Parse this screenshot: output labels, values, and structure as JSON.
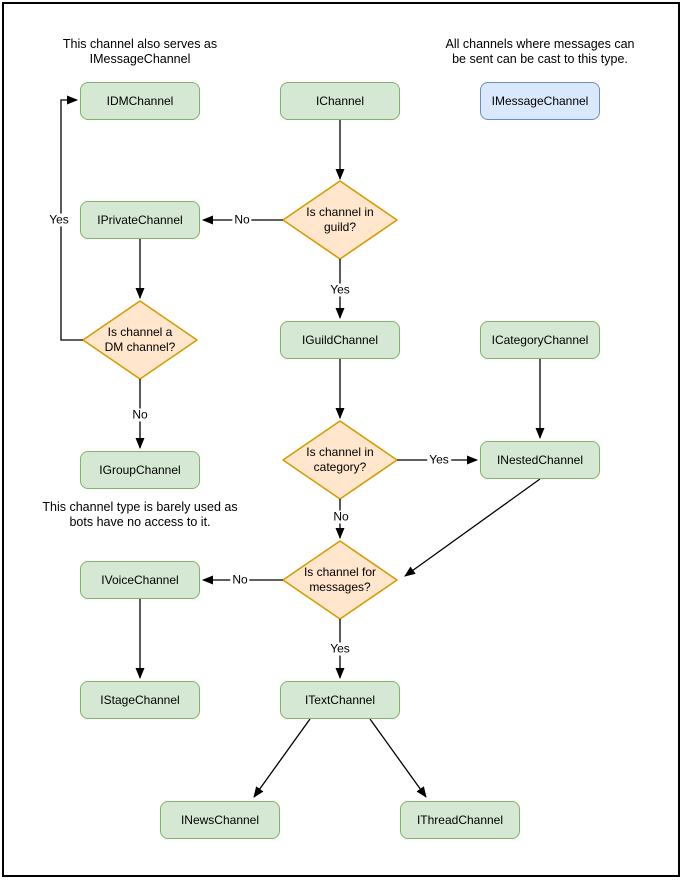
{
  "page": {
    "background": "#ffffff",
    "border_color": "#000000"
  },
  "colors": {
    "class_fill": "#d5e8d4",
    "class_border": "#82b366",
    "decision_fill": "#ffe6cc",
    "decision_border": "#d79b00",
    "interface_fill": "#dae8fc",
    "interface_border": "#6c8ebf",
    "line": "#000000",
    "text": "#000000"
  },
  "annotations": [
    {
      "id": "note-dm-channel",
      "text": "This channel also serves as\nIMessageChannel"
    },
    {
      "id": "note-message-channel",
      "text": "All channels where messages can\nbe sent can be cast to this type."
    },
    {
      "id": "note-group-channel",
      "text": "This channel type is barely used as\nbots have no access to it."
    }
  ],
  "nodes": [
    {
      "id": "idmchannel",
      "label": "IDMChannel",
      "style": "green"
    },
    {
      "id": "ichannel",
      "label": "IChannel",
      "style": "green"
    },
    {
      "id": "imessagechannel",
      "label": "IMessageChannel",
      "style": "blue"
    },
    {
      "id": "iprivatechannel",
      "label": "IPrivateChannel",
      "style": "green"
    },
    {
      "id": "iguildchannel",
      "label": "IGuildChannel",
      "style": "green"
    },
    {
      "id": "icategorychannel",
      "label": "ICategoryChannel",
      "style": "green"
    },
    {
      "id": "inestedchannel",
      "label": "INestedChannel",
      "style": "green"
    },
    {
      "id": "igroupchannel",
      "label": "IGroupChannel",
      "style": "green"
    },
    {
      "id": "ivoicechannel",
      "label": "IVoiceChannel",
      "style": "green"
    },
    {
      "id": "istagechannel",
      "label": "IStageChannel",
      "style": "green"
    },
    {
      "id": "itextchannel",
      "label": "ITextChannel",
      "style": "green"
    },
    {
      "id": "inewschannel",
      "label": "INewsChannel",
      "style": "green"
    },
    {
      "id": "ithreadchannel",
      "label": "IThreadChannel",
      "style": "green"
    }
  ],
  "decisions": [
    {
      "id": "decision-guild",
      "label": "Is channel in\nguild?"
    },
    {
      "id": "decision-dm",
      "label": "Is channel a\nDM channel?"
    },
    {
      "id": "decision-category",
      "label": "Is channel in\ncategory?"
    },
    {
      "id": "decision-messages",
      "label": "Is channel for\nmessages?"
    }
  ],
  "edges": [
    {
      "from": "IChannel",
      "to": "Is channel in guild?",
      "label": ""
    },
    {
      "from": "Is channel in guild?",
      "to": "IPrivateChannel",
      "label": "No"
    },
    {
      "from": "Is channel in guild?",
      "to": "IGuildChannel",
      "label": "Yes"
    },
    {
      "from": "IPrivateChannel",
      "to": "Is channel a DM channel?",
      "label": ""
    },
    {
      "from": "Is channel a DM channel?",
      "to": "IDMChannel",
      "label": "Yes"
    },
    {
      "from": "Is channel a DM channel?",
      "to": "IGroupChannel",
      "label": "No"
    },
    {
      "from": "IGuildChannel",
      "to": "Is channel in category?",
      "label": ""
    },
    {
      "from": "Is channel in category?",
      "to": "INestedChannel",
      "label": "Yes"
    },
    {
      "from": "ICategoryChannel",
      "to": "INestedChannel",
      "label": ""
    },
    {
      "from": "INestedChannel",
      "to": "Is channel for messages?",
      "label": ""
    },
    {
      "from": "Is channel in category?",
      "to": "Is channel for messages?",
      "label": "No"
    },
    {
      "from": "Is channel for messages?",
      "to": "IVoiceChannel",
      "label": "No"
    },
    {
      "from": "Is channel for messages?",
      "to": "ITextChannel",
      "label": "Yes"
    },
    {
      "from": "IVoiceChannel",
      "to": "IStageChannel",
      "label": ""
    },
    {
      "from": "ITextChannel",
      "to": "INewsChannel",
      "label": ""
    },
    {
      "from": "ITextChannel",
      "to": "IThreadChannel",
      "label": ""
    }
  ]
}
